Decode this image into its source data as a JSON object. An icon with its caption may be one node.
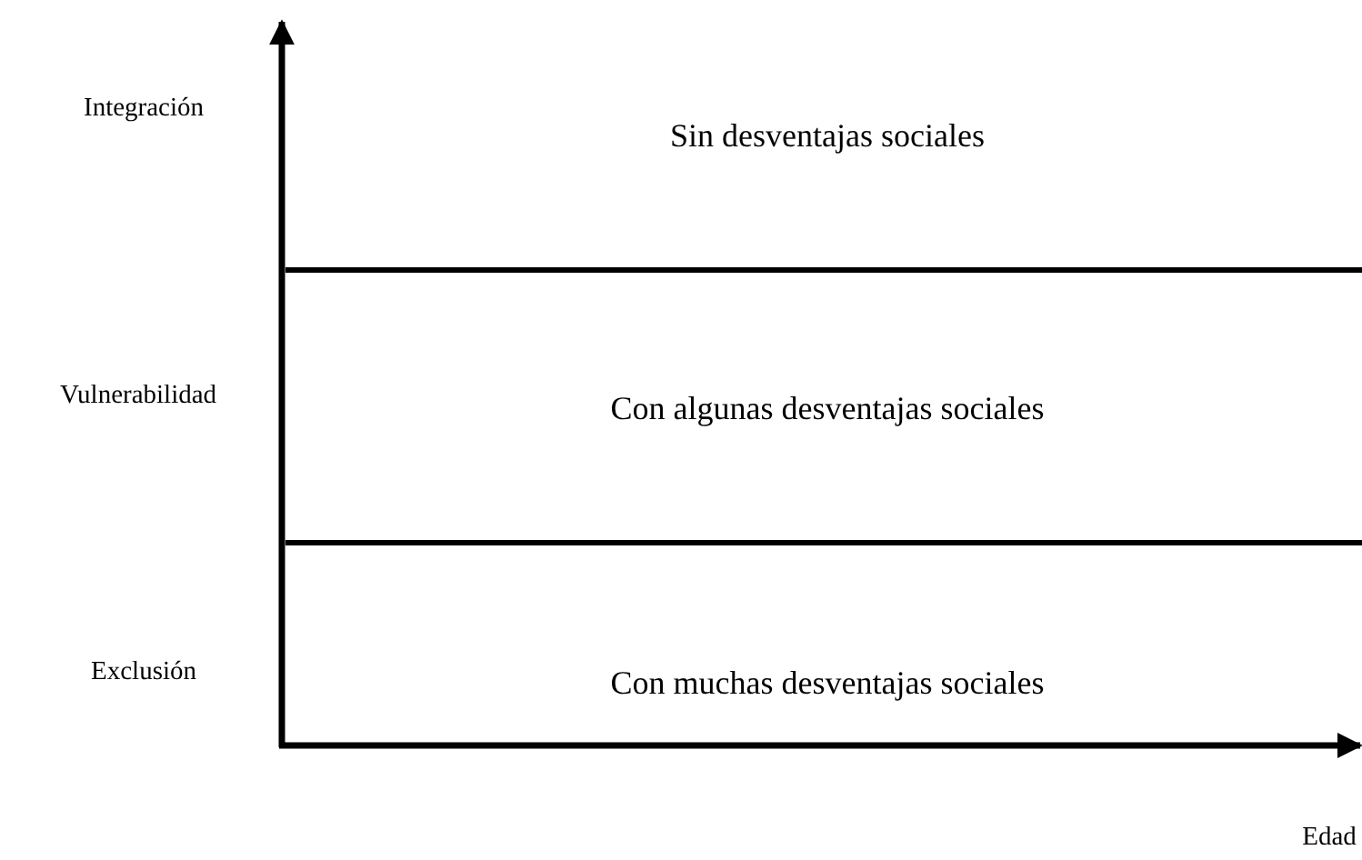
{
  "diagram": {
    "nodes": [
      {
        "text": [
          "Sin desventajas sociales"
        ]
      },
      {
        "text": [
          "Con algunas desventajas sociales"
        ]
      },
      {
        "text": [
          "Con muchas desventajas sociales"
        ]
      }
    ],
    "labels": [
      "Integración",
      "Vulnerabilidad",
      "Exclusión",
      "Edad"
    ]
  }
}
